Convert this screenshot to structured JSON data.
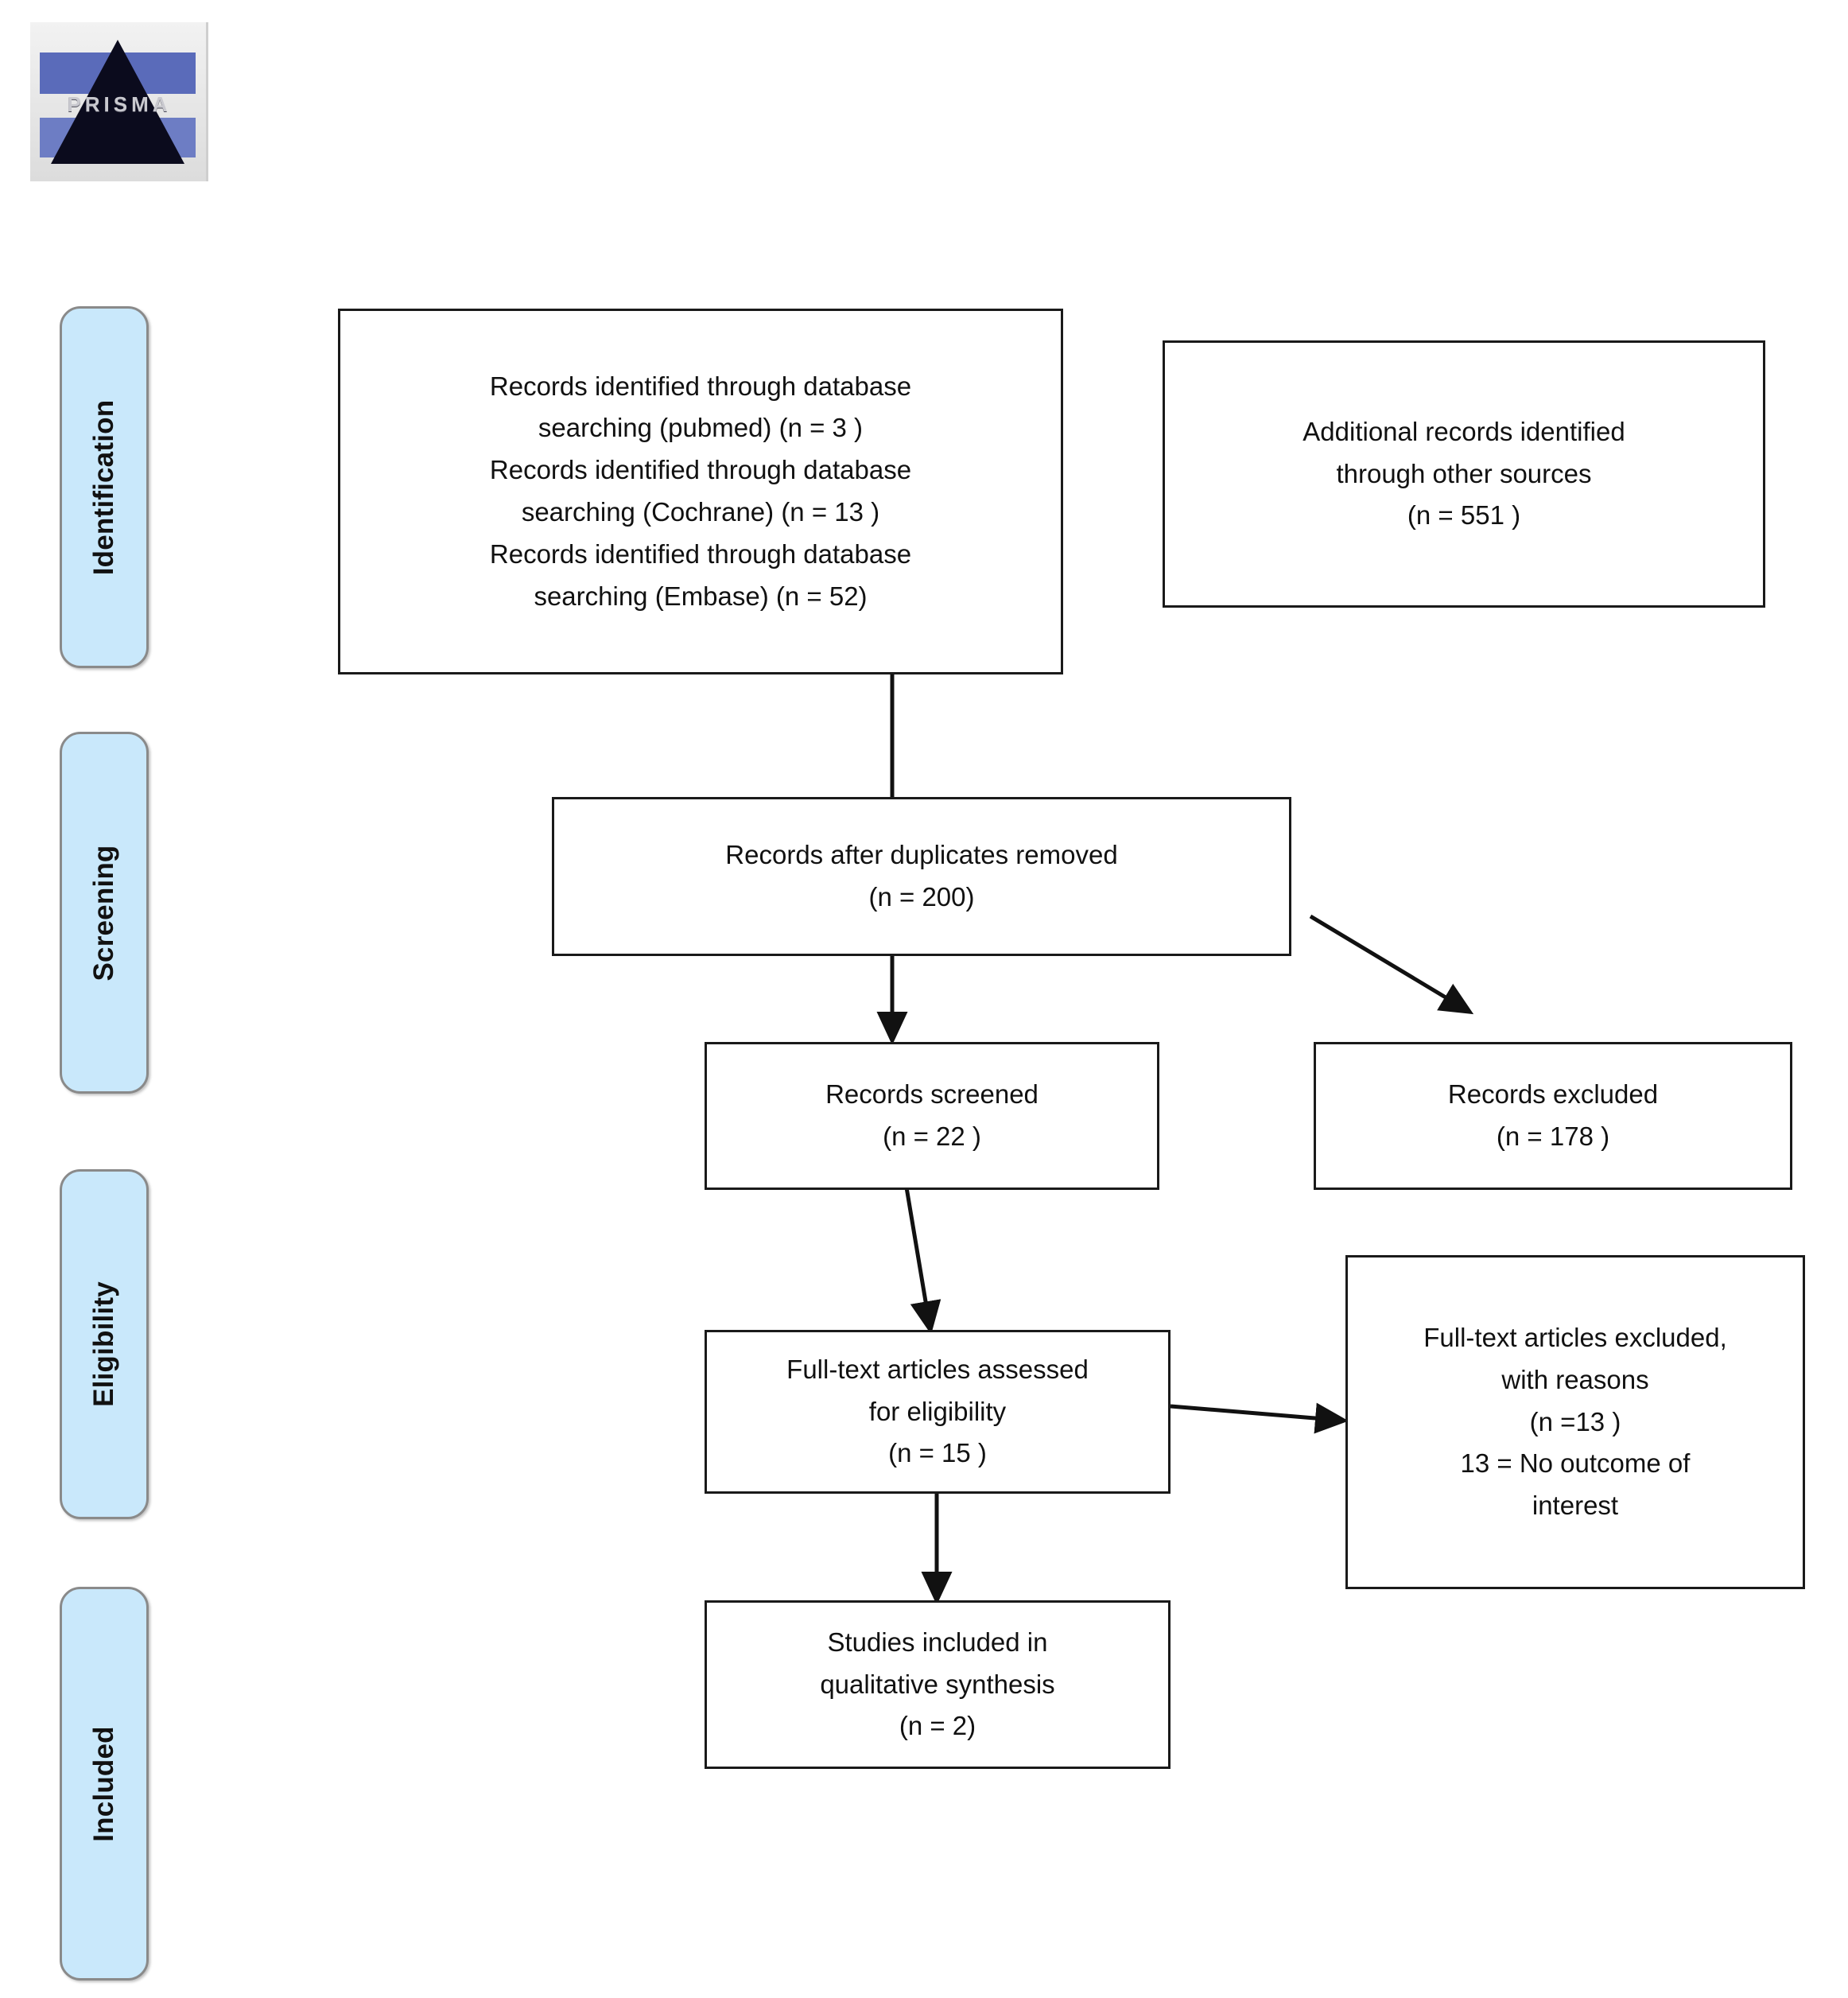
{
  "logo": {
    "name": "PRISMA",
    "wordmark": "PRISMA"
  },
  "phases": [
    {
      "id": "identification",
      "label": "Identification"
    },
    {
      "id": "screening",
      "label": "Screening"
    },
    {
      "id": "eligibility",
      "label": "Eligibility"
    },
    {
      "id": "included",
      "label": "Included"
    }
  ],
  "nodes": {
    "database_search": {
      "text": "Records identified through database\nsearching (pubmed) (n =  3  )\nRecords identified through database\nsearching (Cochrane) (n =  13 )\nRecords identified through database\nsearching (Embase) (n =  52)"
    },
    "other_sources": {
      "text": "Additional records identified\nthrough other sources\n(n =  551 )"
    },
    "duplicates_removed": {
      "text": "Records after duplicates removed\n(n = 200)"
    },
    "records_screened": {
      "text": "Records screened\n(n = 22 )"
    },
    "records_excluded": {
      "text": "Records excluded\n(n = 178 )"
    },
    "fulltext_assessed": {
      "text": "Full-text articles assessed\nfor eligibility\n(n = 15 )"
    },
    "fulltext_excluded": {
      "text": "Full-text articles excluded,\nwith reasons\n(n =13  )\n13 = No outcome of\ninterest"
    },
    "studies_included": {
      "text": "Studies included in\nqualitative synthesis\n(n = 2)"
    }
  },
  "chart_data": {
    "type": "diagram",
    "title": "PRISMA flow diagram",
    "stages": [
      "Identification",
      "Screening",
      "Eligibility",
      "Included"
    ],
    "counts": {
      "pubmed": 3,
      "cochrane": 13,
      "embase": 52,
      "other_sources": 551,
      "after_duplicates_removed": 200,
      "records_screened": 22,
      "records_excluded": 178,
      "fulltext_assessed": 15,
      "fulltext_excluded": 13,
      "studies_included_qualitative": 2
    },
    "exclusion_reasons": [
      {
        "count": 13,
        "reason": "No outcome of interest"
      }
    ]
  },
  "colors": {
    "phase_fill": "#c9e8fb",
    "phase_border": "#8a8a8a",
    "node_border": "#1a1a1a",
    "text": "#111111",
    "logo_band": "#5a6bba",
    "logo_triangle": "#0b0b1d"
  }
}
